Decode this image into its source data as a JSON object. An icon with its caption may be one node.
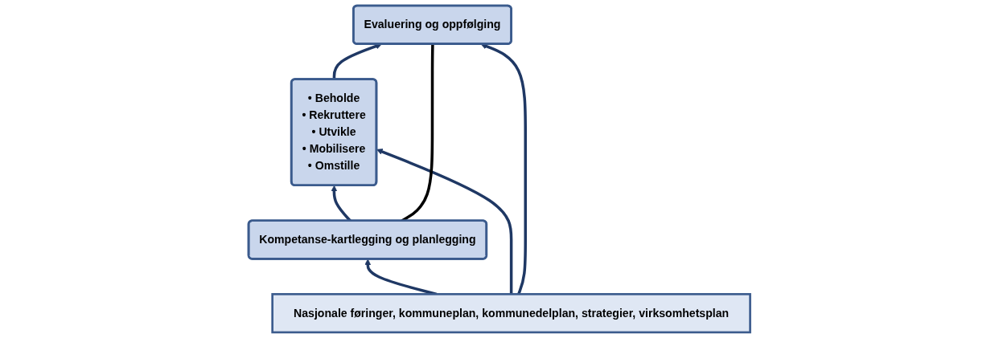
{
  "diagram": {
    "nodes": [
      {
        "text": [
          "Kompetanse-kartlegging og planlegging"
        ]
      },
      {
        "text": [
          "• Beholde",
          "• Rekruttere",
          "• Utvikle",
          "• Mobilisere",
          "• Omstille"
        ]
      },
      {
        "text": [
          "Evaluering og oppfølging"
        ]
      },
      {
        "text": [
          "Nasjonale føringer, kommuneplan, kommunedelplan, strategier, virksomhetsplan"
        ]
      }
    ],
    "edges": [
      {
        "from": 0,
        "to": 1,
        "arrow": "to"
      },
      {
        "from": 1,
        "to": 2,
        "arrow": "to"
      },
      {
        "from": 3,
        "to": 0,
        "arrow": "to"
      },
      {
        "from": 3,
        "to": 1,
        "arrow": "to"
      },
      {
        "from": 3,
        "to": 2,
        "arrow": "to"
      },
      {
        "from": 0,
        "to": 2,
        "arrow": "none",
        "color": "#000000"
      }
    ]
  }
}
